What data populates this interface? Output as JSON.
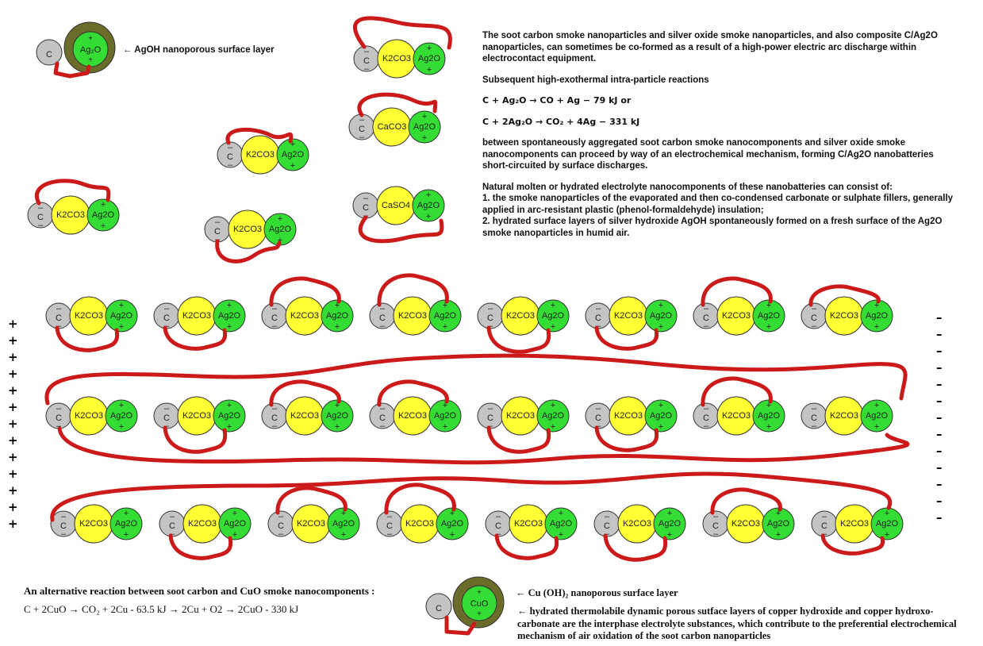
{
  "colors": {
    "carbon": "#c4c4c4",
    "salt": "#ffff33",
    "oxide": "#33dd33",
    "wire": "#cc1a1a",
    "porous_layer": "#6b6b2a"
  },
  "labels": {
    "carbon": "C",
    "k2co3": "K2CO3",
    "caco3": "CaCO3",
    "caso4": "CaSO4",
    "ag2o": "Ag2O",
    "cuo": "CuO"
  },
  "top_left": {
    "agoh_annotation": "← AgOH nanoporous surface layer"
  },
  "description": {
    "p1": "The soot carbon smoke nanoparticles and silver oxide smoke nanoparticles, and also composite C/Ag2O nanoparticles, can sometimes be co-formed as a result of a high-power electric arc discharge within electrocontact equipment.",
    "p2": "Subsequent high-exothermal intra-particle reactions",
    "eq1": "C + Ag₂O → CO + Ag  − 79 kJ  or",
    "eq2": "C + 2Ag₂O → CO₂ + 4Ag − 331 kJ",
    "p3": "between spontaneously aggregated soot carbon smoke nanocomponents and silver oxide smoke nanocomponents can proceed by way of an electrochemical mechanism, forming C/Ag2O nanobatteries short-circuited by surface discharges.",
    "p4": "Natural molten or hydrated electrolyte nanocomponents of these nanobatteries can consist of:",
    "p5": "1. the smoke nanoparticles of the evaporated and then co-condensed carbonate or sulphate fillers, generally applied in arc-resistant plastic (phenol-formaldehyde) insulation;",
    "p6": "2. hydrated surface layers of silver hydroxide AgOH spontaneously formed on a fresh surface of the Ag2O smoke nanoparticles in humid air."
  },
  "chain": {
    "left_signs": [
      "+",
      "+",
      "+",
      "+",
      "+",
      "+",
      "+",
      "+",
      "+",
      "+",
      "+",
      "+",
      "+"
    ],
    "right_signs": [
      "–",
      "–",
      "–",
      "–",
      "–",
      "–",
      "–",
      "–",
      "–",
      "–",
      "–",
      "–",
      "–"
    ]
  },
  "bottom": {
    "alt_title": "An alternative reaction between soot carbon and CuO smoke nanocomponents :",
    "alt_eq": "C + 2CuO → CO₂ + 2Cu - 63.5 kJ  →  2Cu + O2  →   2CuO - 330 kJ",
    "cuoh_annotation": "←  Cu (OH)₂ nanoporous surface layer",
    "hydrated_note": "← hydrated thermolabile dynamic porous sutface layers of copper hydroxide and copper hydroxo-carbonate are the interphase electrolyte substances, which contribute to the preferential electrochemical mechanism of air oxidation of the soot carbon nanoparticles"
  }
}
